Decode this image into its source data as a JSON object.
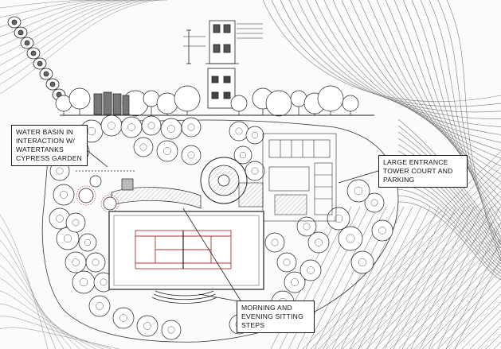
{
  "callouts": {
    "water_basin": {
      "lines": [
        "WATER BASIN IN",
        "INTERACTION W/",
        "WATERTANKS",
        "CYPRESS GARDEN"
      ]
    },
    "entrance": {
      "lines": [
        "LARGE ENTRANCE",
        "TOWER COURT AND",
        "PARKING"
      ]
    },
    "steps": {
      "lines": [
        "MORNING AND",
        "EVENING SITTING",
        "STEPS"
      ]
    }
  },
  "colors": {
    "ink": "#1a1a1a",
    "contour": "#6a6a6a",
    "court_accent": "#b03030",
    "background": "#fbfbfb"
  }
}
